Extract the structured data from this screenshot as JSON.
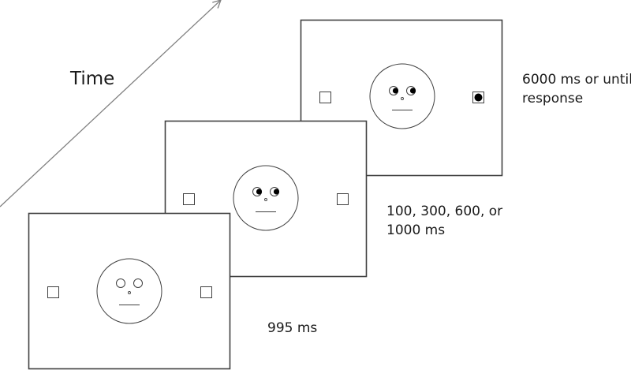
{
  "time_label": "Time",
  "frames": [
    {
      "duration_lines": [
        "995 ms"
      ],
      "target": "none",
      "eyes": "open"
    },
    {
      "duration_lines": [
        "100, 300, 600, or",
        "1000 ms"
      ],
      "target": "none",
      "eyes": "gaze-right"
    },
    {
      "duration_lines": [
        "6000 ms or until",
        "response"
      ],
      "target": "right",
      "eyes": "gaze-right"
    }
  ],
  "colors": {
    "stroke": "#404040",
    "fill": "#ffffff",
    "pupil": "#000000",
    "text": "#1a1a1a"
  }
}
